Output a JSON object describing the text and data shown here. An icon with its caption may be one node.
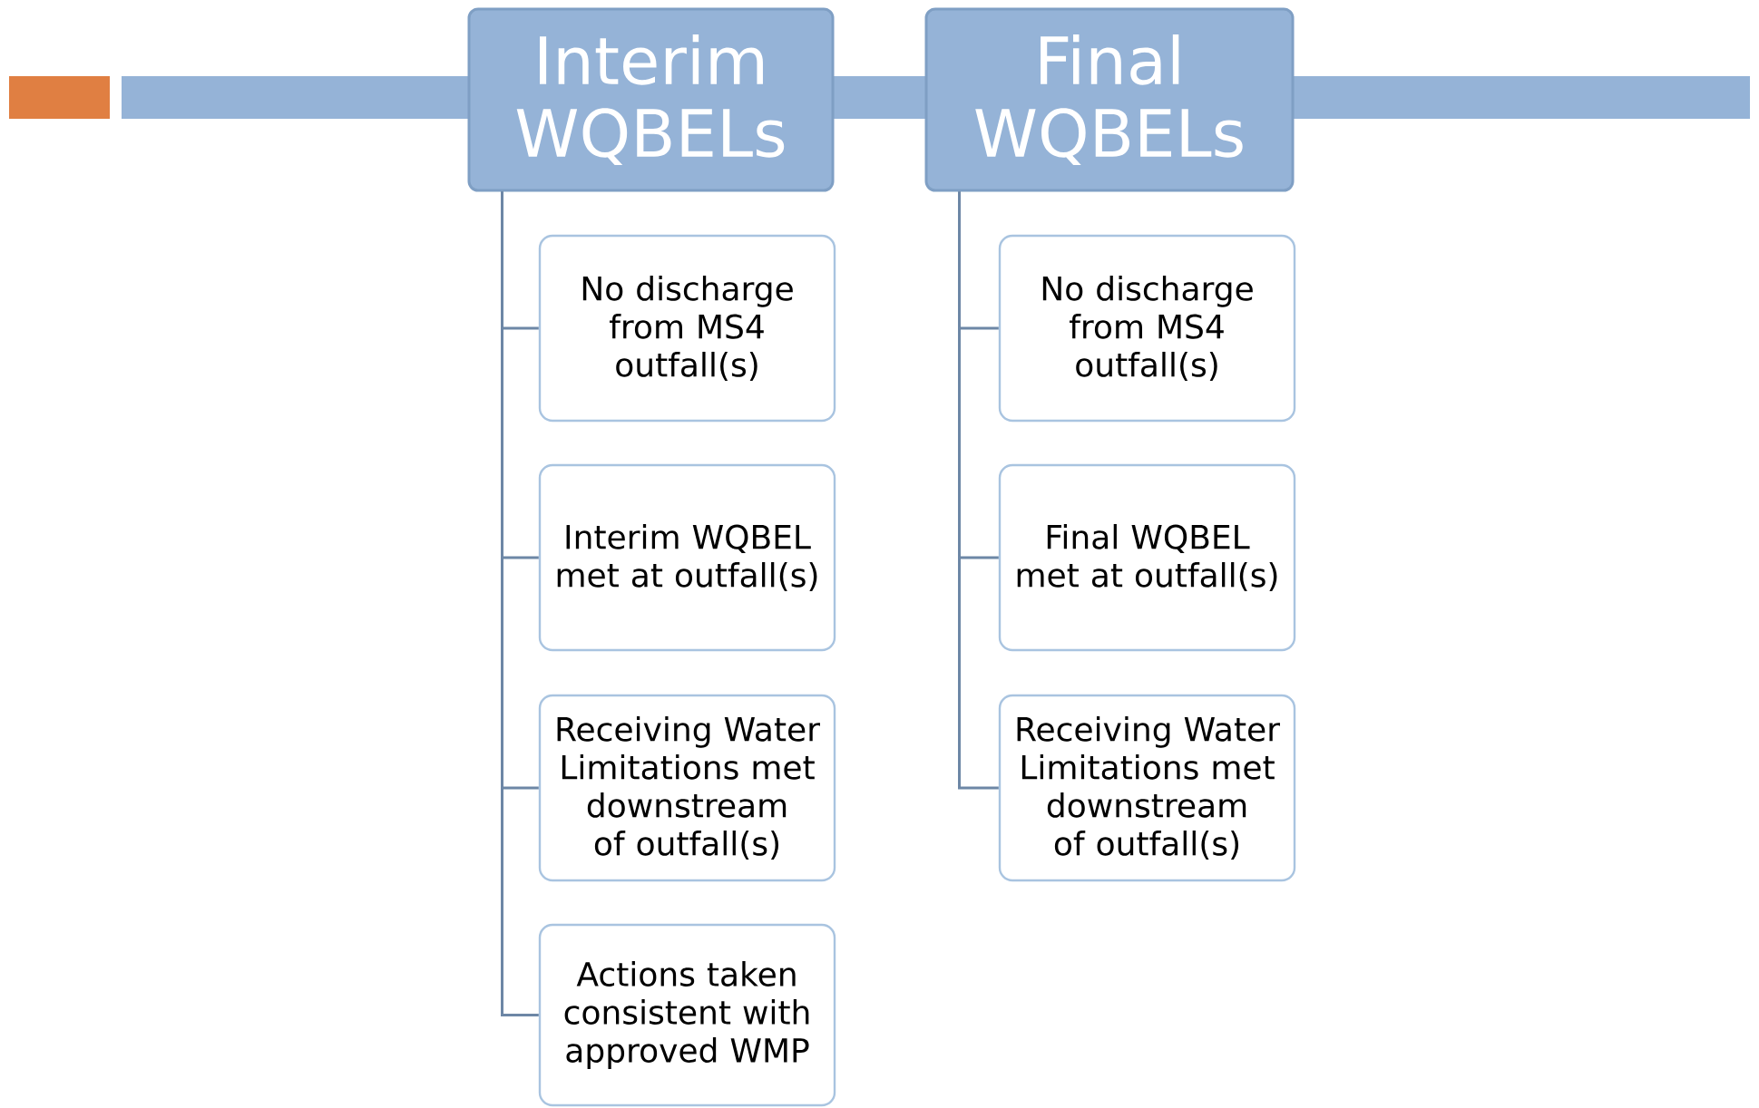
{
  "diagram": {
    "nodes": [
      {
        "text": [
          "Interim WQBELs"
        ]
      },
      {
        "text": [
          "No discharge from MS4 outfall(s)"
        ]
      },
      {
        "text": [
          "Interim WQBEL met at outfall(s)"
        ]
      },
      {
        "text": [
          "Receiving Water Limitations met downstream of outfall(s)"
        ]
      },
      {
        "text": [
          "Actions taken consistent with approved WMP"
        ]
      },
      {
        "text": [
          "Final WQBELs"
        ]
      },
      {
        "text": [
          "No discharge from MS4 outfall(s)"
        ]
      },
      {
        "text": [
          "Final WQBEL met at outfall(s)"
        ]
      },
      {
        "text": [
          "Receiving Water Limitations met downstream of outfall(s)"
        ]
      }
    ],
    "edges": [
      {
        "from": 0,
        "to": 1,
        "arrow": "none"
      },
      {
        "from": 0,
        "to": 2,
        "arrow": "none"
      },
      {
        "from": 0,
        "to": 3,
        "arrow": "none"
      },
      {
        "from": 0,
        "to": 4,
        "arrow": "none"
      },
      {
        "from": 5,
        "to": 6,
        "arrow": "none"
      },
      {
        "from": 5,
        "to": 7,
        "arrow": "none"
      },
      {
        "from": 5,
        "to": 8,
        "arrow": "none"
      }
    ]
  }
}
